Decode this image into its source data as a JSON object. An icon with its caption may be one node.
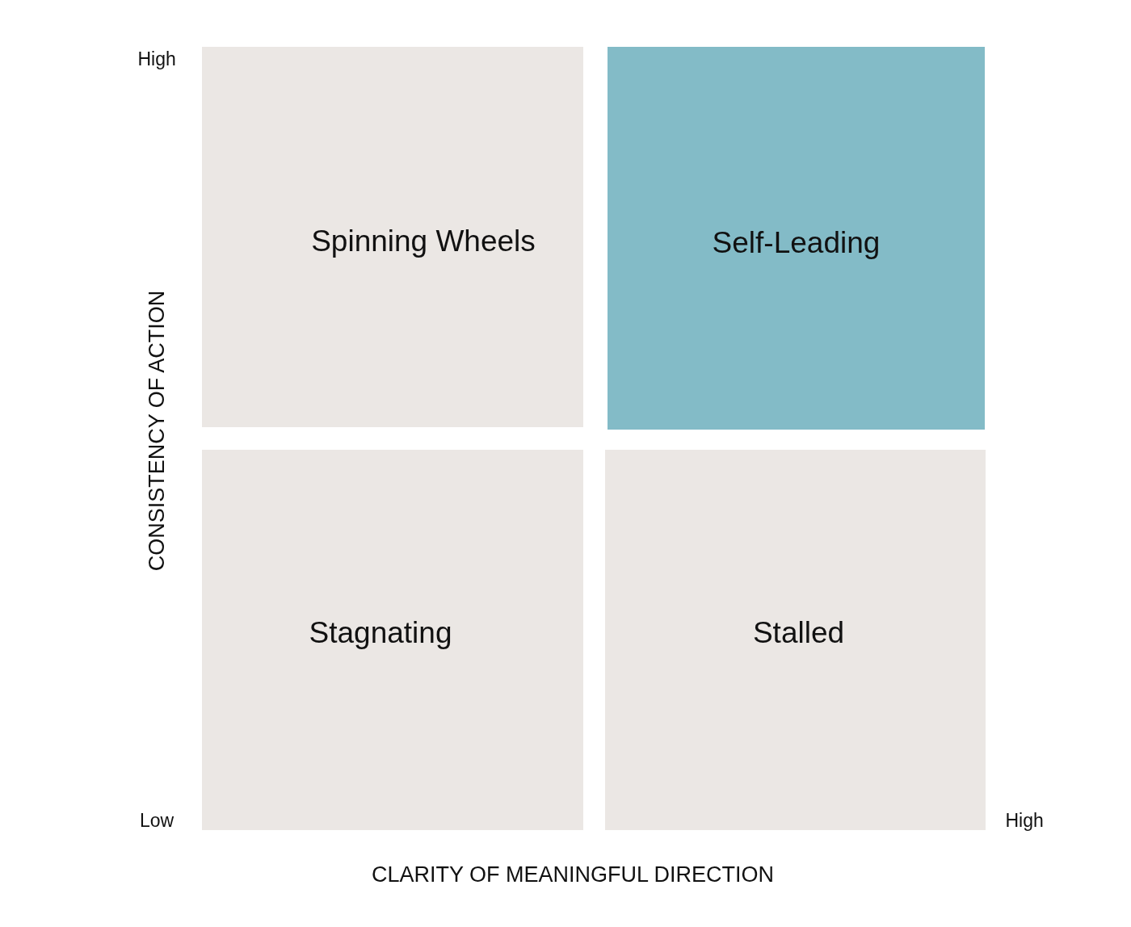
{
  "diagram": {
    "nodes": [
      {
        "text": [
          "Spinning Wheels"
        ]
      },
      {
        "text": [
          "Self-Leading"
        ]
      },
      {
        "text": [
          "Stagnating"
        ]
      },
      {
        "text": [
          "Stalled"
        ]
      }
    ],
    "labels": [
      "High",
      "CONSISTENCY OF ACTION",
      "Low",
      "High",
      "CLARITY OF MEANINGFUL DIRECTION"
    ]
  }
}
